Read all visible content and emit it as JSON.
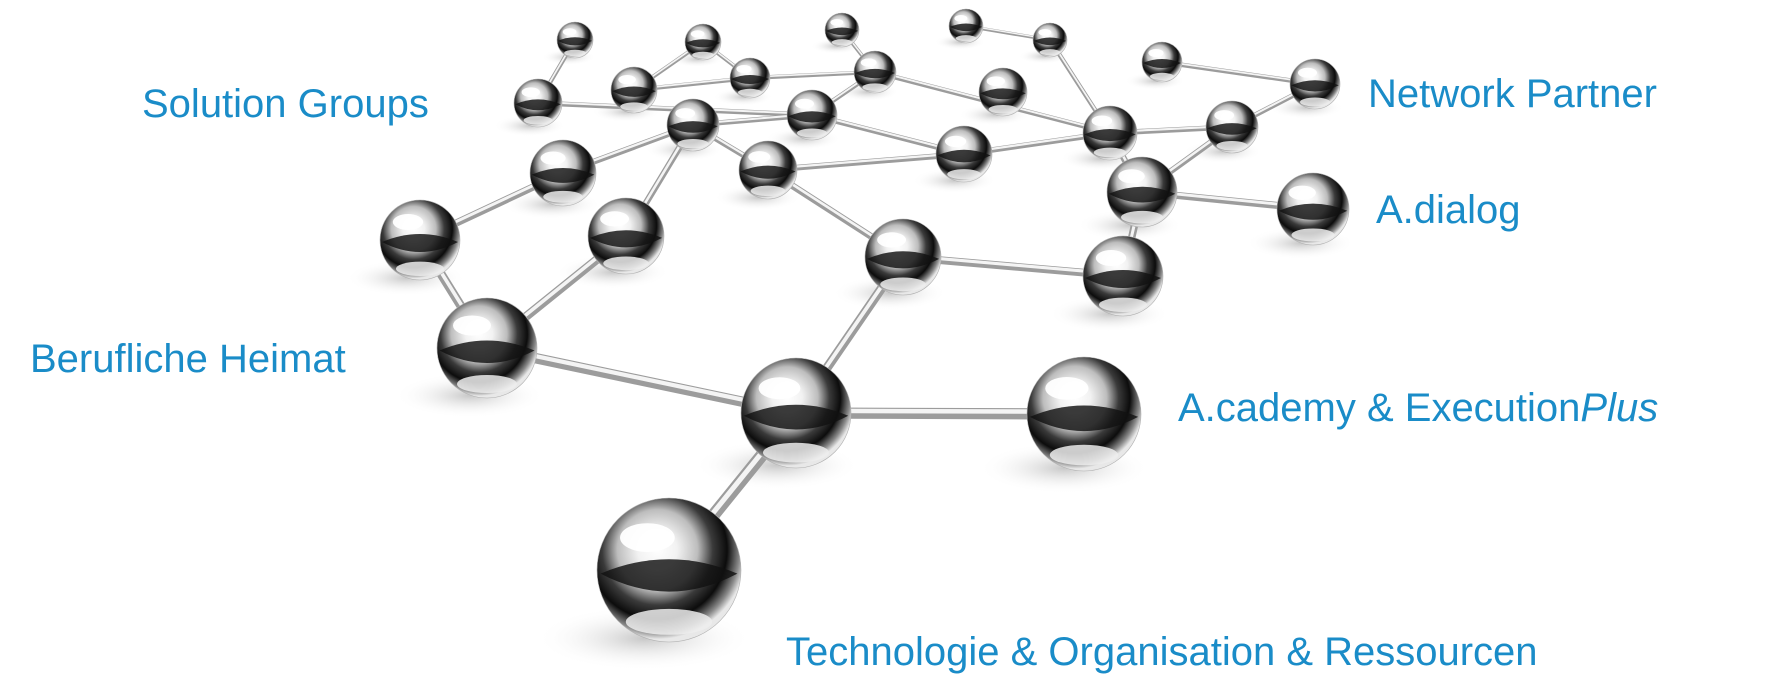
{
  "labels": {
    "solution_groups": "Solution Groups",
    "network_partner": "Network Partner",
    "adialog": "A.dialog",
    "berufliche_heimat": "Berufliche Heimat",
    "academy_prefix": "A.cademy & Execution",
    "academy_suffix": "Plus",
    "technologie": "Technologie & Organisation & Ressourcen"
  },
  "colors": {
    "label_text": "#1a8cc8",
    "background": "#ffffff",
    "sphere_highlight": "#ffffff",
    "sphere_body": "#c8c8c8",
    "sphere_dark": "#101010",
    "connector": "#b8b8b8"
  }
}
